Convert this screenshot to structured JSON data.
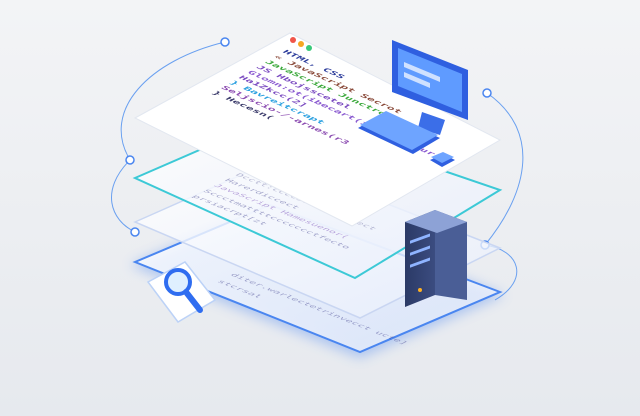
{
  "colors": {
    "background": "#eef0f3",
    "accent": "#2f6df0",
    "teal": "#3cc9d6",
    "panel": "#ffffff"
  },
  "top_panel": {
    "window_dots": [
      "#f0554a",
      "#f5a623",
      "#39c97a"
    ],
    "code_lines": [
      {
        "text": "HTML, CSS",
        "color": "#2a3a9a"
      },
      {
        "text": "« JavaScript Secrot",
        "color": "#8a4a3a"
      },
      {
        "text": "JavaScript Junctrot Dre",
        "color": "#3aa83a"
      },
      {
        "text": "JS Hbojsscetel",
        "color": "#7a4ac0"
      },
      {
        "text": "Glomn:ot(ibecart(ikeg:-vleur]",
        "color": "#8a5ad0"
      },
      {
        "text": "Ha1Zkcc(2]",
        "color": "#7a4ac0"
      },
      {
        "text": "} Bavreitcrapt",
        "color": "#2aa0e0"
      },
      {
        "text": "Seljscio-/-arnes(r3",
        "color": "#8a4ab0"
      },
      {
        "text": "} Hecesn(",
        "color": "#3a3a6a"
      }
    ]
  },
  "middle_panel": {
    "code_lines": [
      {
        "text": "Dcctt:ccccsuttf ccccect",
        "color": "#6a6aa0"
      },
      {
        "text": "Harerdiccect",
        "color": "#3a3a8a"
      },
      {
        "text": "JavaScript Hamesuenor(",
        "color": "#6a3ab0"
      },
      {
        "text": "Sccctmattttccccccctfecto",
        "color": "#3a3a8a"
      },
      {
        "text": "prsiacrpt[zt",
        "color": "#3a3a8a"
      }
    ]
  },
  "bottom_panel": {
    "code_lines": [
      {
        "text": "diter.warlectetrinvecct ucte]",
        "color": "#3a3a8a"
      },
      {
        "text": "stcrsal",
        "color": "#3a3a8a"
      }
    ]
  }
}
